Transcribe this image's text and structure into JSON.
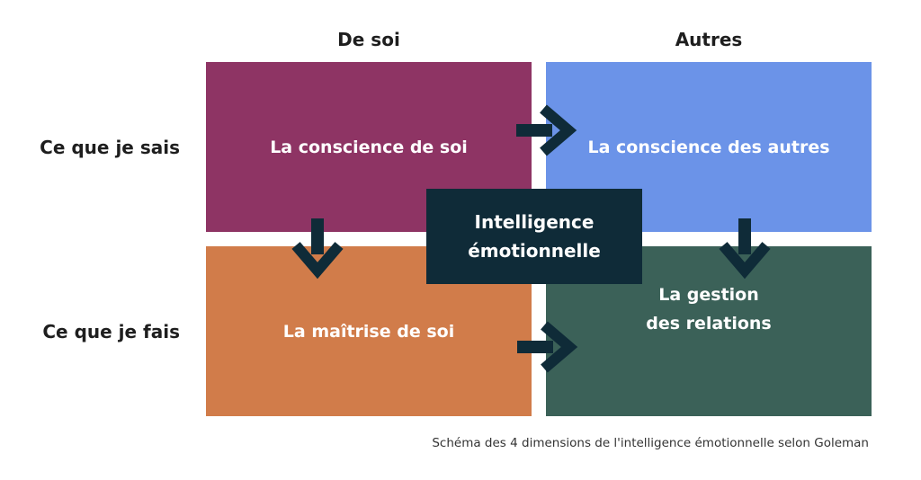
{
  "columns": {
    "left": "De soi",
    "right": "Autres"
  },
  "rows": {
    "top": "Ce que je sais",
    "bottom": "Ce que je fais"
  },
  "quadrants": {
    "top_left": {
      "label": "La conscience de soi",
      "color": "#8e3464"
    },
    "top_right": {
      "label": "La conscience des autres",
      "color": "#6b93e8"
    },
    "bottom_left": {
      "label": "La maîtrise de soi",
      "color": "#d17c4a"
    },
    "bottom_right": {
      "line1": "La gestion",
      "line2": "des relations",
      "color": "#3b6158"
    }
  },
  "center": {
    "line1": "Intelligence",
    "line2": "émotionnelle",
    "color": "#0f2b38"
  },
  "caption": "Schéma des 4 dimensions de l'intelligence émotionnelle selon Goleman"
}
